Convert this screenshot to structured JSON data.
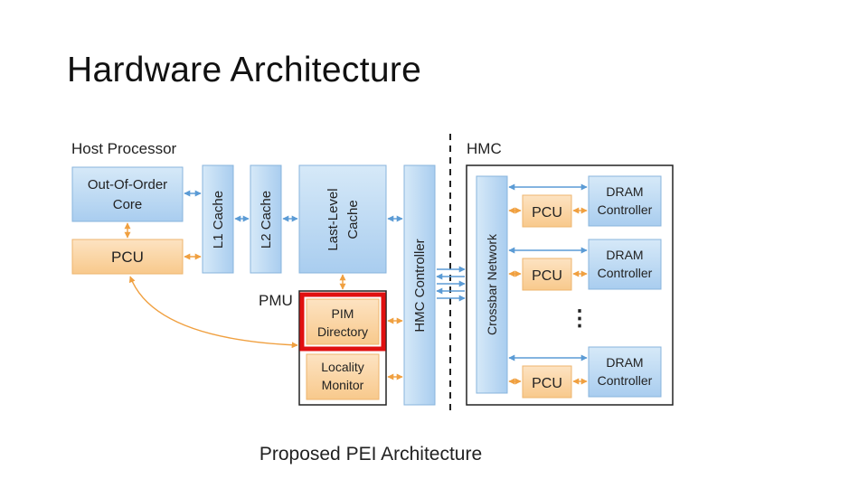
{
  "slide": {
    "title": "Hardware Architecture",
    "caption": "Proposed PEI Architecture"
  },
  "diagram": {
    "host_label": "Host Processor",
    "hmc_label": "HMC",
    "pmu_label": "PMU",
    "ooo_core": [
      "Out-Of-Order",
      "Core"
    ],
    "host_pcu": "PCU",
    "l1_cache": "L1 Cache",
    "l2_cache": "L2 Cache",
    "llc": [
      "Last-Level",
      "Cache"
    ],
    "hmc_controller": "HMC Controller",
    "pim_directory": [
      "PIM",
      "Directory"
    ],
    "locality_monitor": [
      "Locality",
      "Monitor"
    ],
    "crossbar": "Crossbar Network",
    "vault_pcu": "PCU",
    "dram_controller": [
      "DRAM",
      "Controller"
    ],
    "ellipsis": "⋮"
  },
  "colors": {
    "blue_fill": "#bcdaf4",
    "blue_stroke": "#88b4dc",
    "orange_fill": "#fbd7a8",
    "orange_stroke": "#eeb46e",
    "arrow_blue": "#5b9bd5",
    "arrow_orange": "#f0a040",
    "highlight": "#e01010"
  }
}
